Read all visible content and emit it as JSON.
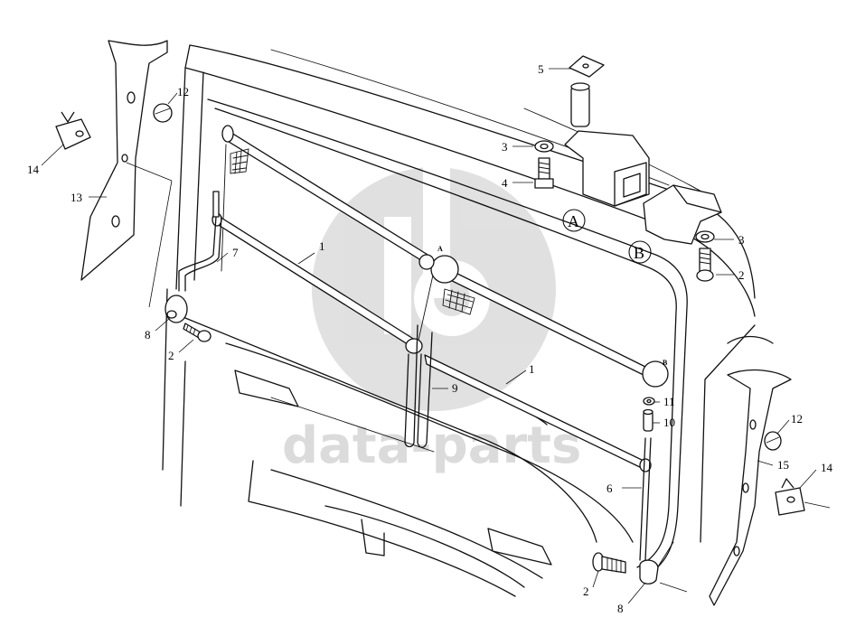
{
  "watermark": {
    "brand": "data-parts",
    "color": "#c8c8c8"
  },
  "callouts": {
    "c1a": "1",
    "c1b": "1",
    "c2a": "2",
    "c2b": "2",
    "c2c": "2",
    "c3a": "3",
    "c3b": "3",
    "c4": "4",
    "c5": "5",
    "c6": "6",
    "c7": "7",
    "c8a": "8",
    "c8b": "8",
    "c9": "9",
    "c10": "10",
    "c11": "11",
    "c12a": "12",
    "c12b": "12",
    "c13": "13",
    "c14a": "14",
    "c14b": "14",
    "c15": "15"
  },
  "markers": {
    "a": "A",
    "b": "B"
  },
  "details": {
    "a": "A",
    "b": "B"
  },
  "colors": {
    "line": "#111111",
    "background": "#ffffff"
  }
}
